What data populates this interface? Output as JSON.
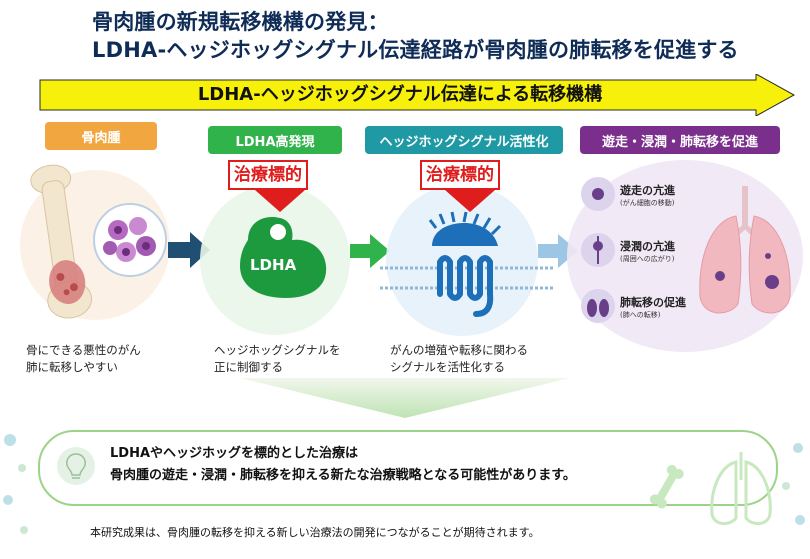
{
  "title": {
    "line1": "骨肉腫の新規転移機構の発見：",
    "line2": "LDHA-ヘッジホッグシグナル伝達経路が骨肉腫の肺転移を促進する"
  },
  "banner": "LDHA-ヘッジホッグシグナル伝達による転移機構",
  "stages": [
    {
      "label": "骨肉腫",
      "color": "#f2a640",
      "captions": [
        "骨にできる悪性のがん",
        "肺に転移しやすい"
      ]
    },
    {
      "label": "LDHA高発現",
      "color": "#2fb34a",
      "target": "治療標的",
      "shape_label": "LDHA",
      "captions": [
        "ヘッジホッグシグナルを",
        "正に制御する"
      ]
    },
    {
      "label": "ヘッジホッグシグナル活性化",
      "color": "#1f9aa4",
      "target": "治療標的",
      "captions": [
        "がんの増殖や転移に関わる",
        "シグナルを活性化する"
      ]
    },
    {
      "label": "遊走・浸潤・肺転移を促進",
      "color": "#7b2f8c",
      "items": [
        {
          "title": "遊走の亢進",
          "sub": "(がん細胞の移動)"
        },
        {
          "title": "浸潤の亢進",
          "sub": "(周囲への広がり)"
        },
        {
          "title": "肺転移の促進",
          "sub": "(肺への転移)"
        }
      ]
    }
  ],
  "conclusion": {
    "line1": "LDHAやヘッジホッグを標的とした治療は",
    "line2": "骨肉腫の遊走・浸潤・肺転移を抑える新たな治療戦略となる可能性があります。"
  },
  "footer": "本研究成果は、骨肉腫の転移を抑える新しい治療法の開発につながることが期待されます。",
  "colors": {
    "title": "#0f2c57",
    "banner": "#f7f00a",
    "target": "#e01d1d",
    "lung": "#f2b8c0"
  }
}
